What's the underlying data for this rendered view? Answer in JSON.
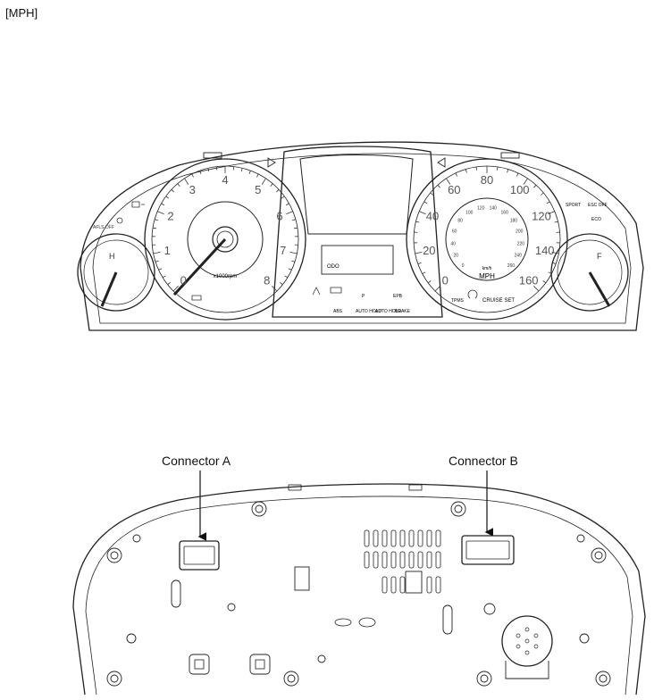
{
  "header": {
    "title": "[MPH]"
  },
  "front": {
    "tach_numbers": [
      "0",
      "1",
      "2",
      "3",
      "4",
      "5",
      "6",
      "7",
      "8"
    ],
    "tach_unit": "x1000rpm",
    "speed_numbers": [
      "0",
      "20",
      "40",
      "60",
      "80",
      "100",
      "120",
      "140",
      "160"
    ],
    "kmh_numbers": [
      "0",
      "20",
      "40",
      "60",
      "80",
      "100",
      "120",
      "140",
      "160",
      "180",
      "200",
      "220",
      "240",
      "260"
    ],
    "speed_unit_small": "km/h",
    "speed_unit": "MPH",
    "odo_label": "ODO",
    "temp_hot": "H",
    "fuel_full": "F",
    "indicators": {
      "afls_off": "AFLS OFF",
      "tpms": "TPMS",
      "cruise_set": "CRUISE SET",
      "sport": "SPORT",
      "esc_off": "ESC OFF",
      "eco": "ECO",
      "epb": "EPB",
      "abs": "ABS",
      "auto_hold_1": "AUTO HOLD",
      "auto_hold_2": "AUTO HOLD",
      "brake": "BRAKE",
      "p": "P"
    }
  },
  "back": {
    "connector_a_label": "Connector A",
    "connector_b_label": "Connector B"
  }
}
